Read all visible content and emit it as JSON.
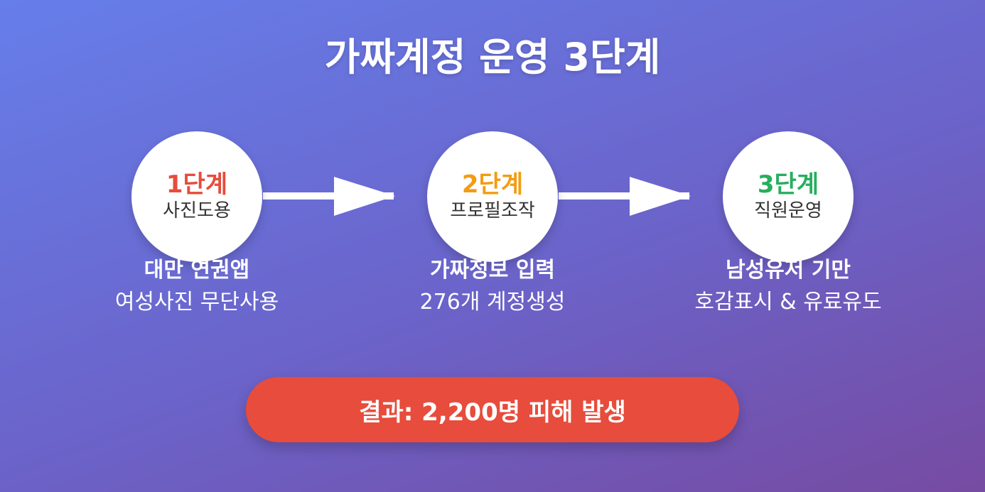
{
  "title": "가짜계정 운영 3단계",
  "steps": [
    {
      "step": "1단계",
      "name": "사진도용",
      "color": "#e74c3c",
      "desc_title": "대만 연권앱",
      "desc_sub": "여성사진 무단사용"
    },
    {
      "step": "2단계",
      "name": "프로필조작",
      "color": "#f39c12",
      "desc_title": "가짜정보 입력",
      "desc_sub": "276개 계정생성"
    },
    {
      "step": "3단계",
      "name": "직원운영",
      "color": "#27ae60",
      "desc_title": "남성유저 기만",
      "desc_sub": "호감표시 & 유료유도"
    }
  ],
  "result": "결과: 2,200명 피해 발생"
}
